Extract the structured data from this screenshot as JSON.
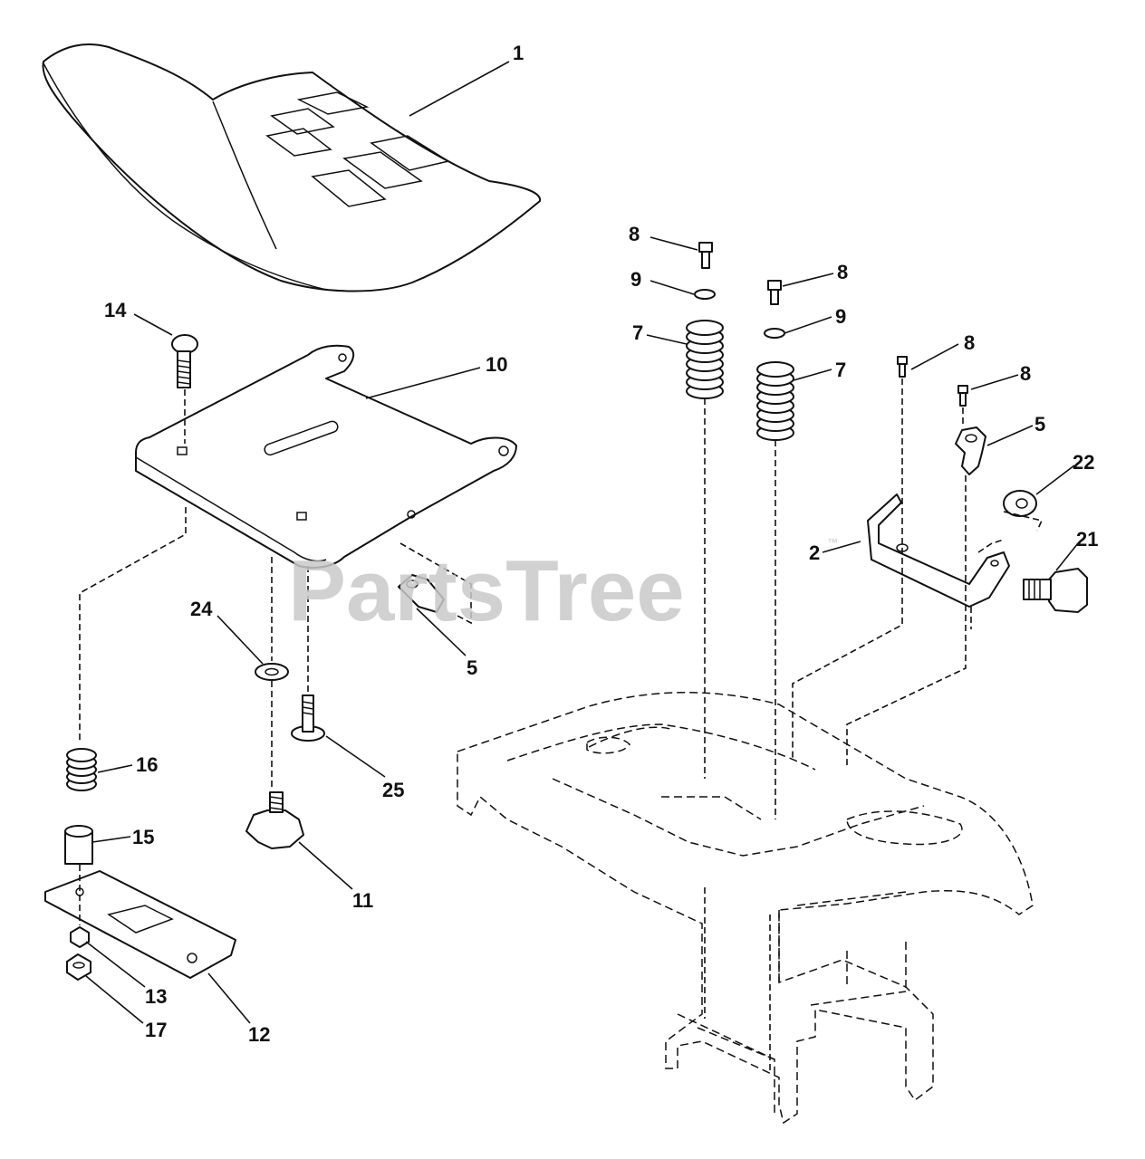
{
  "watermark": {
    "text": "PartsTree",
    "trademark": "™"
  },
  "callouts": [
    {
      "id": "c1",
      "label": "1"
    },
    {
      "id": "c14",
      "label": "14"
    },
    {
      "id": "c10",
      "label": "10"
    },
    {
      "id": "c5a",
      "label": "5"
    },
    {
      "id": "c24",
      "label": "24"
    },
    {
      "id": "c25",
      "label": "25"
    },
    {
      "id": "c16",
      "label": "16"
    },
    {
      "id": "c15",
      "label": "15"
    },
    {
      "id": "c11",
      "label": "11"
    },
    {
      "id": "c13",
      "label": "13"
    },
    {
      "id": "c17",
      "label": "17"
    },
    {
      "id": "c12",
      "label": "12"
    },
    {
      "id": "c8a",
      "label": "8"
    },
    {
      "id": "c9a",
      "label": "9"
    },
    {
      "id": "c7a",
      "label": "7"
    },
    {
      "id": "c8b",
      "label": "8"
    },
    {
      "id": "c9b",
      "label": "9"
    },
    {
      "id": "c7b",
      "label": "7"
    },
    {
      "id": "c8c",
      "label": "8"
    },
    {
      "id": "c8d",
      "label": "8"
    },
    {
      "id": "c5b",
      "label": "5"
    },
    {
      "id": "c22",
      "label": "22"
    },
    {
      "id": "c2",
      "label": "2"
    },
    {
      "id": "c21",
      "label": "21"
    }
  ]
}
